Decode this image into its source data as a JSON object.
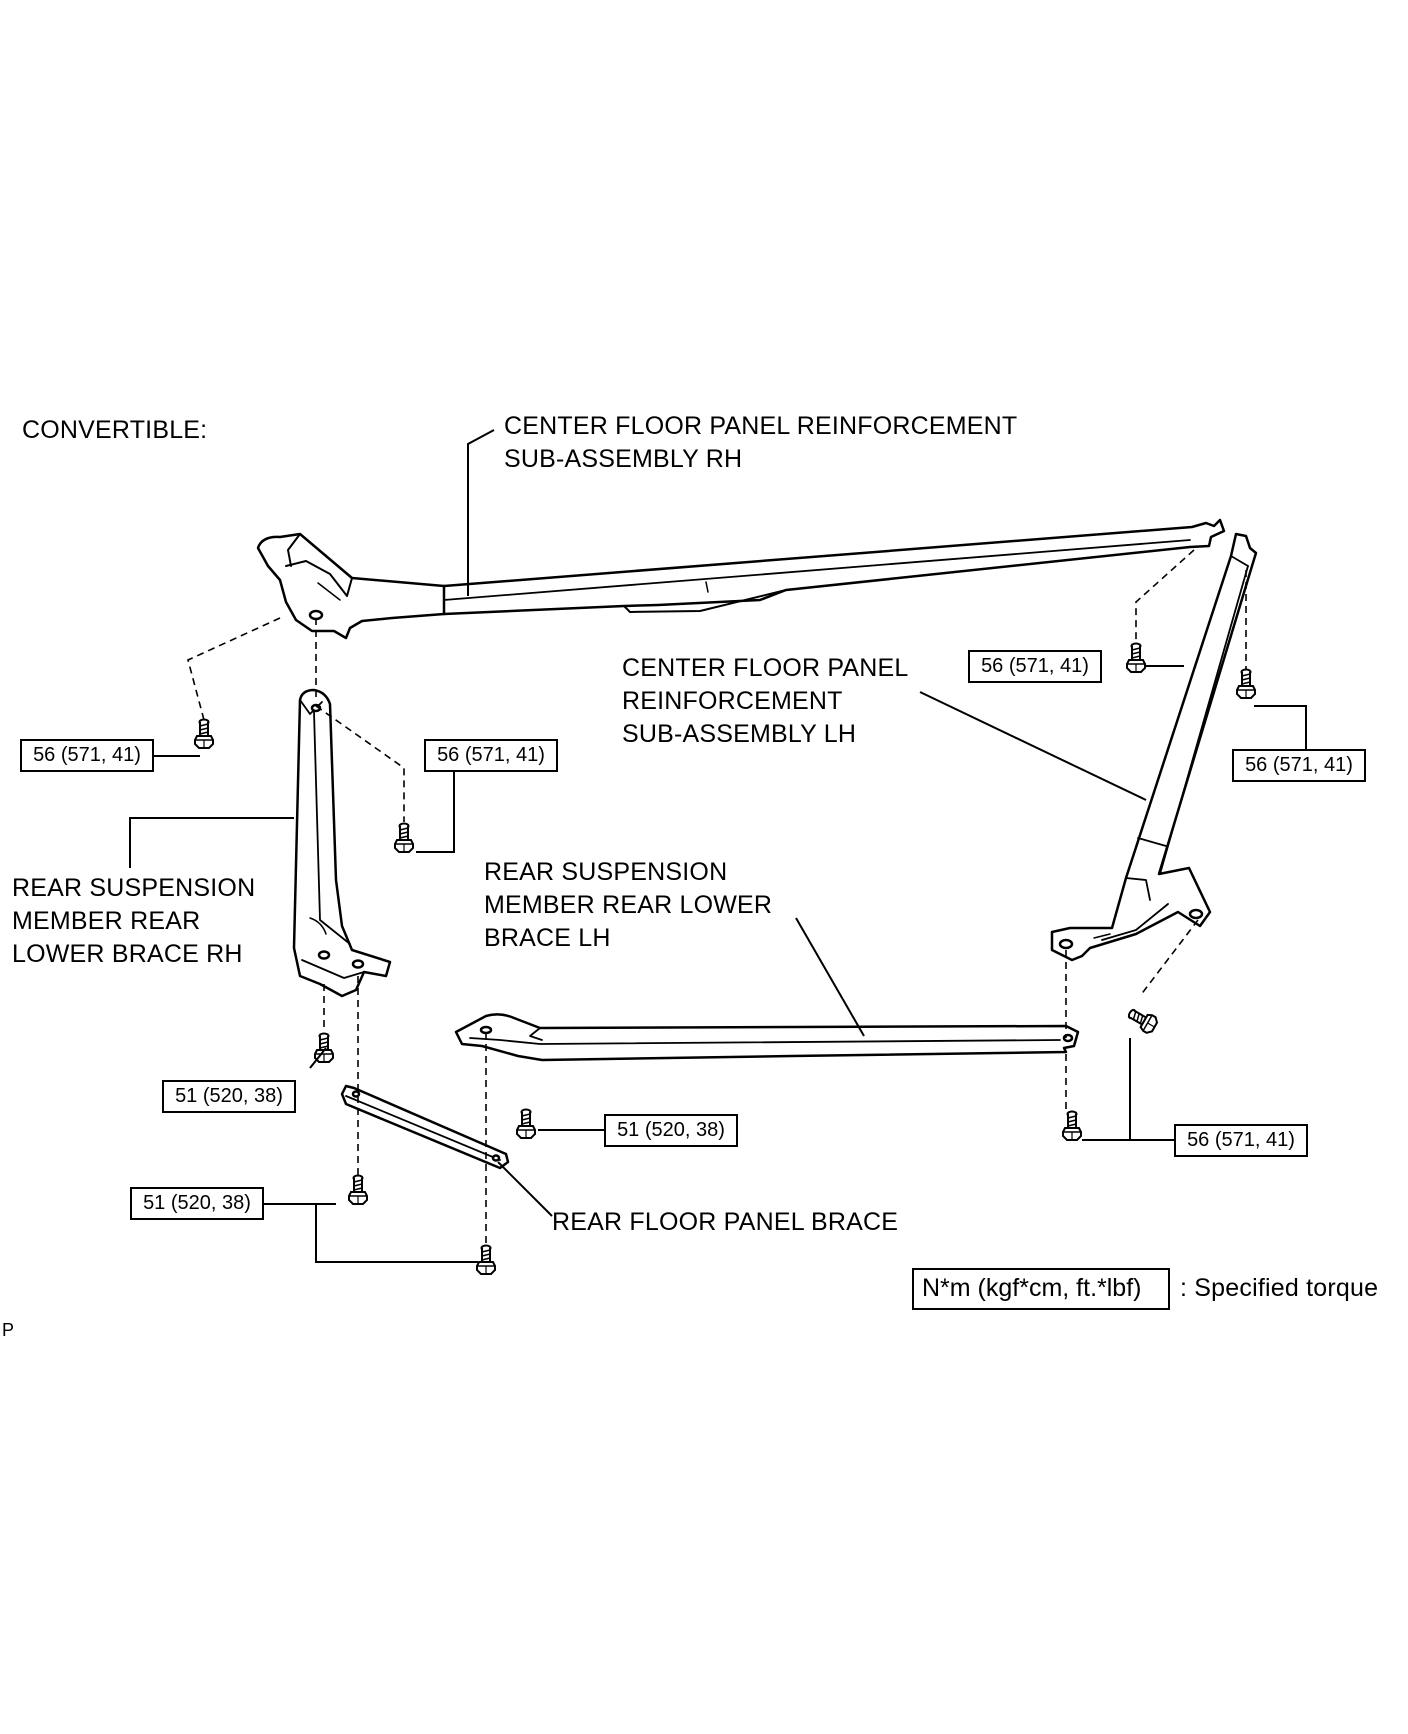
{
  "variant_label": "CONVERTIBLE:",
  "parts": {
    "center_rh": [
      "CENTER FLOOR PANEL REINFORCEMENT",
      "SUB-ASSEMBLY RH"
    ],
    "center_lh": [
      "CENTER FLOOR PANEL",
      "REINFORCEMENT",
      "SUB-ASSEMBLY LH"
    ],
    "brace_rh": [
      "REAR SUSPENSION",
      "MEMBER REAR",
      "LOWER BRACE RH"
    ],
    "brace_lh": [
      "REAR SUSPENSION",
      "MEMBER REAR LOWER",
      "BRACE LH"
    ],
    "floor_brace": "REAR FLOOR PANEL BRACE"
  },
  "torques": [
    "56 (571, 41)",
    "56 (571, 41)",
    "56 (571, 41)",
    "56 (571, 41)",
    "56 (571, 41)",
    "51 (520, 38)",
    "51 (520, 38)",
    "51 (520, 38)"
  ],
  "legend": {
    "unit": "N*m (kgf*cm, ft.*lbf)",
    "text": ": Specified torque"
  },
  "footer_code": "P"
}
